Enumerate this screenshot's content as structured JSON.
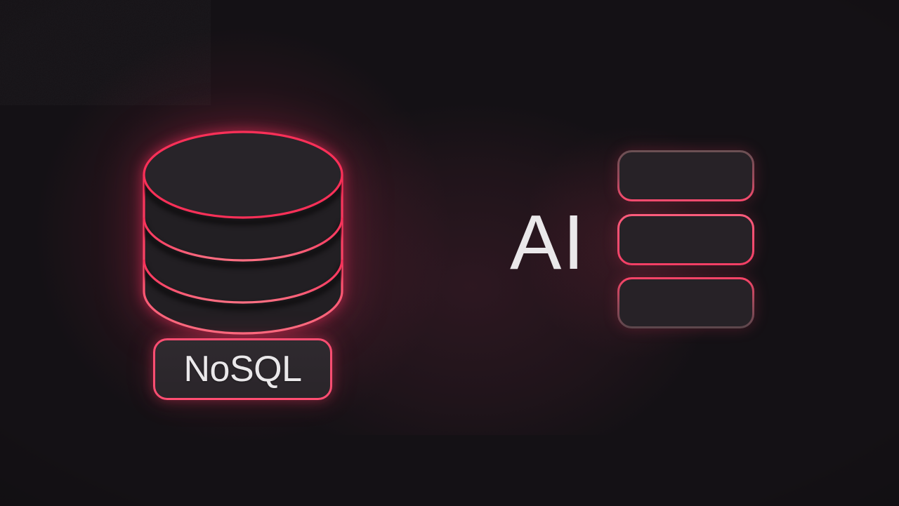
{
  "scene": {
    "database": {
      "label": "NoSQL",
      "icon": "database-cylinder-icon",
      "band_count": 3
    },
    "connector": {
      "icon": "dotted-connector-line",
      "style": "dotted"
    },
    "ai": {
      "label": "AI"
    },
    "stack": {
      "icon": "stacked-layers-icon",
      "layer_count": 3
    }
  },
  "colors": {
    "background": "#141115",
    "neon_pink": "#fb3b5f",
    "neon_pink_bright": "#ff4e72",
    "neon_pink_soft": "#ff6b80",
    "dim_border": "#5f484c",
    "surface_dark": "#221f23",
    "panel_fill": "#272227",
    "label_fill": "#2c272c",
    "text_light": "#eae8ea"
  }
}
